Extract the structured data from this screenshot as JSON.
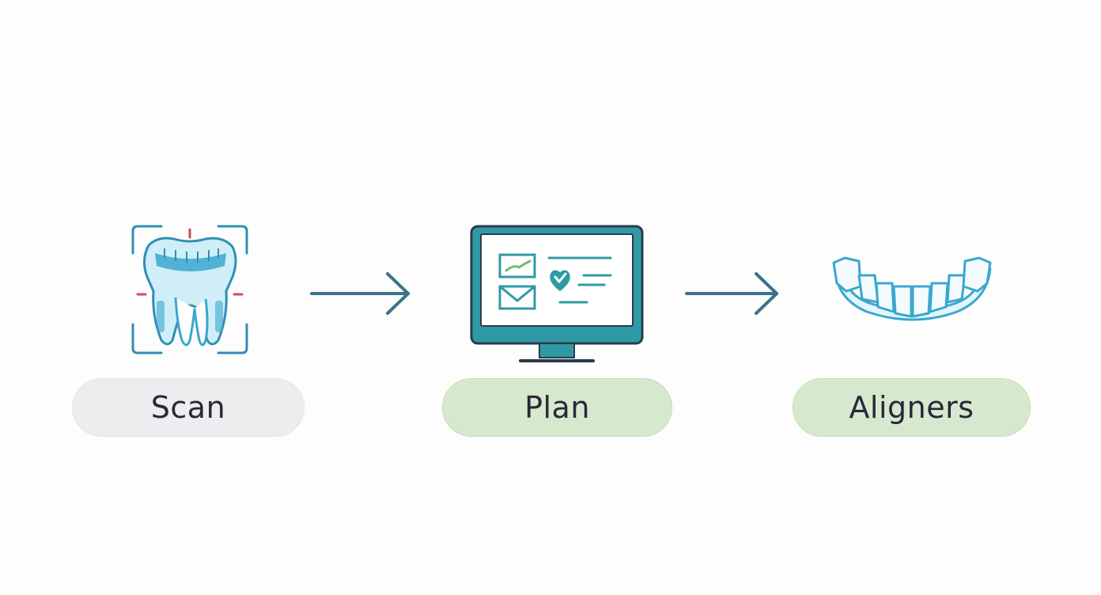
{
  "colors": {
    "background": "#fdfdfd",
    "arrow": "#3d7388",
    "teal": "#2f9aa5",
    "tooth_blue": "#3ba7cf",
    "tooth_light": "#cfeef8",
    "accent_red": "#d04b5a",
    "monitor_outline": "#2b3a4a",
    "label_text": "#2b2738",
    "pill_scan": "#eeecee",
    "pill_green": "#d6e9cf",
    "pill_green_border": "#c2dcb7"
  },
  "steps": [
    {
      "label": "Scan",
      "icon": "tooth-scan-icon"
    },
    {
      "label": "Plan",
      "icon": "monitor-plan-icon"
    },
    {
      "label": "Aligners",
      "icon": "aligner-tray-icon"
    }
  ]
}
